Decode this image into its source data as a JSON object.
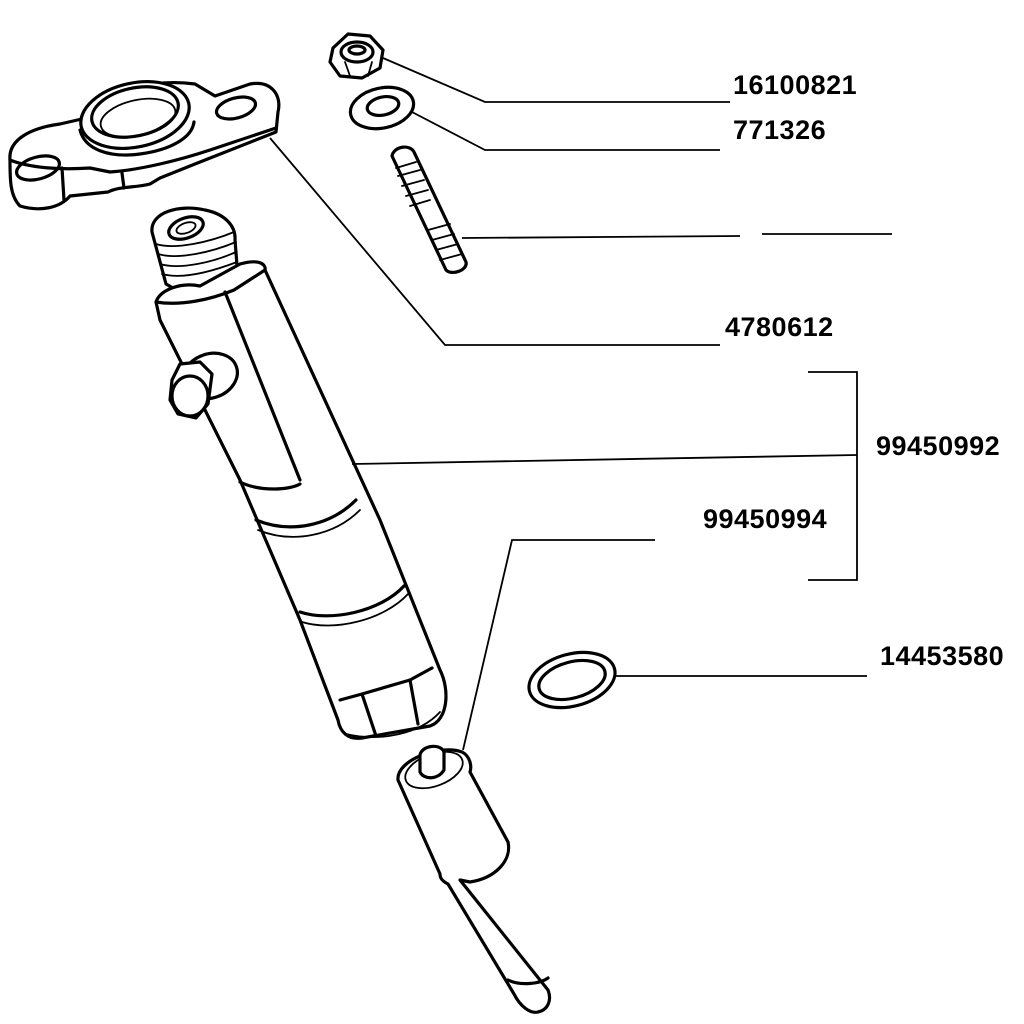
{
  "diagram": {
    "type": "exploded parts view",
    "subject": "fuel injector assembly",
    "colors": {
      "line": "#000000",
      "background": "#ffffff"
    },
    "parts": [
      {
        "id": "nut",
        "part_number": "16100821"
      },
      {
        "id": "washer",
        "part_number": "771326"
      },
      {
        "id": "stud",
        "part_number": ""
      },
      {
        "id": "flange",
        "part_number": "4780612"
      },
      {
        "id": "injector-body",
        "part_number": "99450992"
      },
      {
        "id": "injector-assembly-alt",
        "part_number": "99450994"
      },
      {
        "id": "sealing-ring",
        "part_number": "14453580"
      }
    ],
    "labels": {
      "nut": "16100821",
      "washer": "771326",
      "flange": "4780612",
      "injector_body": "99450992",
      "injector_alt": "99450994",
      "sealing_ring": "14453580"
    }
  }
}
